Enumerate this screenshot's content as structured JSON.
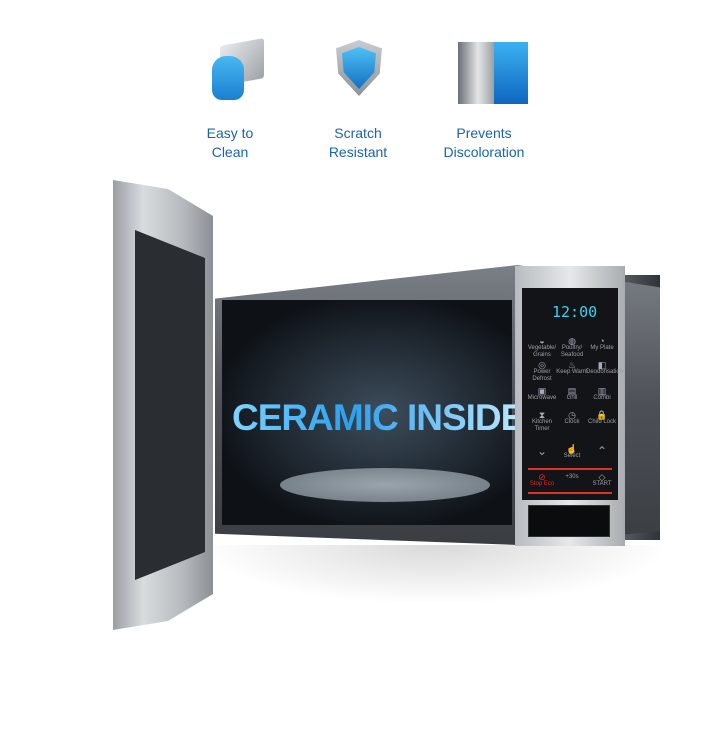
{
  "features": [
    {
      "icon": "hand-wipe-icon",
      "line1": "Easy to",
      "line2": "Clean"
    },
    {
      "icon": "shield-icon",
      "line1": "Scratch",
      "line2": "Resistant"
    },
    {
      "icon": "discoloration-panel-icon",
      "line1": "Prevents",
      "line2": "Discoloration"
    }
  ],
  "product": {
    "headline": "CERAMIC INSIDE",
    "display_time": "12:00"
  },
  "panel_buttons": [
    "Vegetable/ Grains",
    "Poultry/ Seafood",
    "My Plate",
    "Power Defrost",
    "Keep Warm",
    "Deodorisation",
    "Microwave",
    "Grill",
    "Combi",
    "Kitchen Timer",
    "Clock",
    "Child Lock",
    "Select",
    "Stop Eco",
    "+30s",
    "START"
  ],
  "colors": {
    "accent": "#1a64a8",
    "display": "#3fd0f0",
    "stop": "#e02828"
  }
}
